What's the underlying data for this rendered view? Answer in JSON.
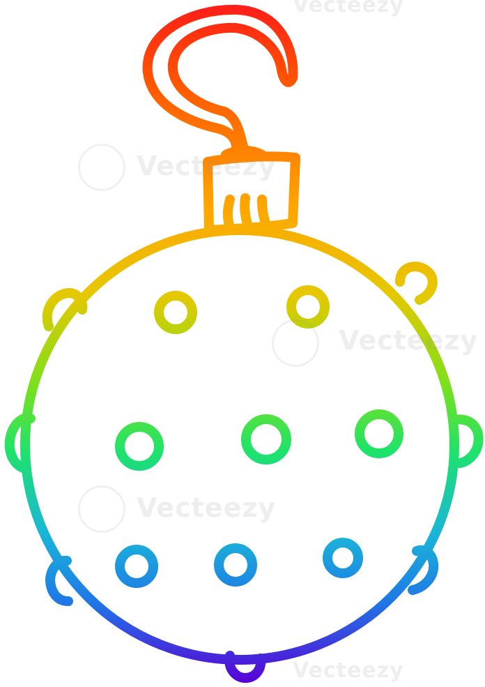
{
  "image": {
    "subject": "rainbow-outline cartoon christmas bauble",
    "gradient": [
      "#ff1a1a",
      "#ff7a00",
      "#ffb400",
      "#d8d800",
      "#6fe01a",
      "#1ad28c",
      "#1aa3e6",
      "#2a3de6",
      "#5a00d6"
    ],
    "line_color_style": "vertical rainbow gradient"
  },
  "watermark": {
    "text": "Vecteezy"
  }
}
